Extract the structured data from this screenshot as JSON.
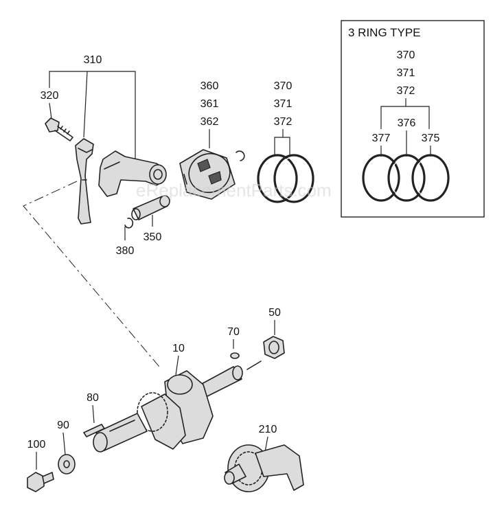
{
  "watermark": "eReplacementParts.com",
  "inset": {
    "title": "3 RING TYPE"
  },
  "callouts": {
    "c310": "310",
    "c320": "320",
    "c360": "360",
    "c361": "361",
    "c362": "362",
    "c370": "370",
    "c371": "371",
    "c372": "372",
    "c350": "350",
    "c380": "380",
    "i370": "370",
    "i371": "371",
    "i372": "372",
    "c377": "377",
    "c376": "376",
    "c375": "375",
    "c50": "50",
    "c70": "70",
    "c10": "10",
    "c80": "80",
    "c90": "90",
    "c100": "100",
    "c210": "210"
  }
}
